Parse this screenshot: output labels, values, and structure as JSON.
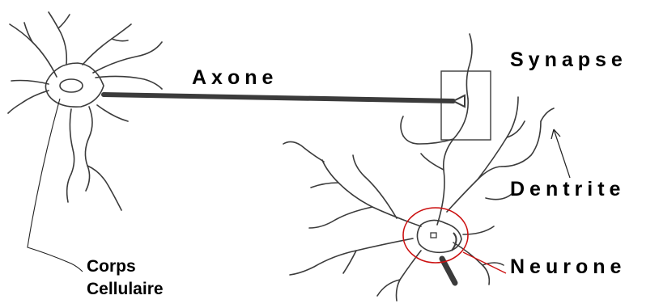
{
  "labels": {
    "axone": "Axone",
    "synapse": "Synapse",
    "dentrite": "Dentrite",
    "neurone": "Neurone",
    "corps_line1": "Corps",
    "corps_line2": "Cellulaire"
  },
  "colors": {
    "ink": "#3b3b3b",
    "highlight_circle": "#cc1111",
    "background": "#ffffff"
  }
}
